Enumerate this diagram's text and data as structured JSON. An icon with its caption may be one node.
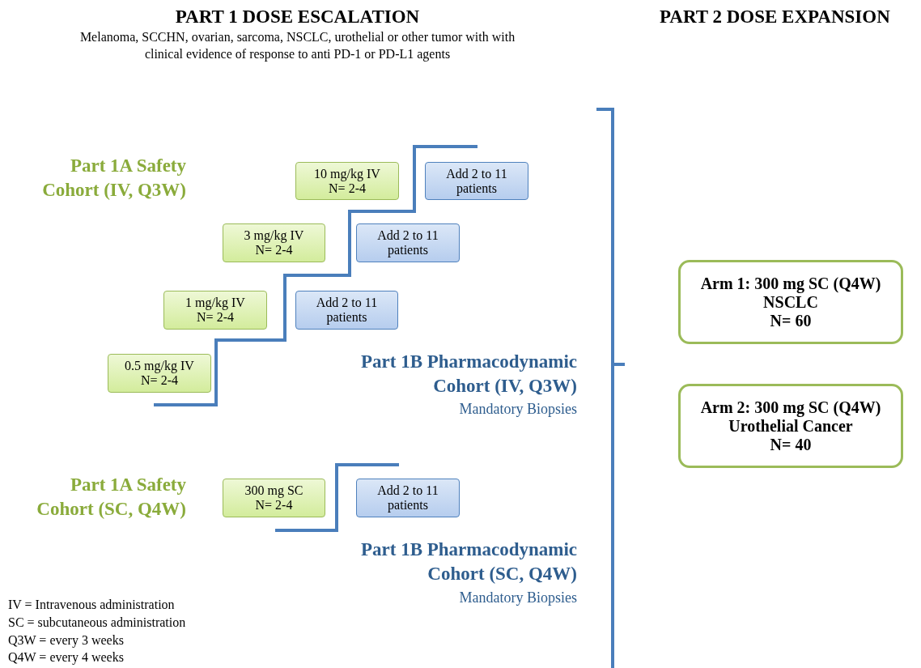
{
  "diagram": {
    "nodes": [
      {
        "text": [
          "10 mg/kg IV",
          "N= 2-4"
        ]
      },
      {
        "text": [
          "Add 2 to 11 patients"
        ]
      },
      {
        "text": [
          "3 mg/kg IV",
          "N= 2-4"
        ]
      },
      {
        "text": [
          "Add 2 to 11 patients"
        ]
      },
      {
        "text": [
          "1 mg/kg IV",
          "N= 2-4"
        ]
      },
      {
        "text": [
          "Add 2 to 11 patients"
        ]
      },
      {
        "text": [
          "0.5 mg/kg IV",
          "N= 2-4"
        ]
      },
      {
        "text": [
          "300 mg SC",
          "N= 2-4"
        ]
      },
      {
        "text": [
          "Add 2 to 11 patients"
        ]
      },
      {
        "text": [
          "Arm 1: 300 mg SC (Q4W)",
          "NSCLC",
          "N= 60"
        ]
      },
      {
        "text": [
          "Arm 2: 300 mg SC (Q4W)",
          "Urothelial Cancer",
          "N= 40"
        ]
      }
    ],
    "edges": [],
    "labels": [
      "PART 1 DOSE ESCALATION",
      "Melanoma, SCCHN, ovarian, sarcoma, NSCLC, urothelial or other tumor with with clinical evidence of response to anti PD-1 or PD-L1 agents",
      "PART 2 DOSE EXPANSION",
      "Part 1A Safety Cohort (IV, Q3W)",
      "Part 1B Pharmacodynamic Cohort (IV, Q3W)",
      "Mandatory Biopsies",
      "Part 1A Safety Cohort (SC, Q4W)",
      "Part 1B Pharmacodynamic Cohort (SC, Q4W)",
      "Mandatory Biopsies",
      "IV = Intravenous administration",
      "SC = subcutaneous administration",
      "Q3W = every 3 weeks",
      "Q4W = every 4 weeks"
    ]
  }
}
